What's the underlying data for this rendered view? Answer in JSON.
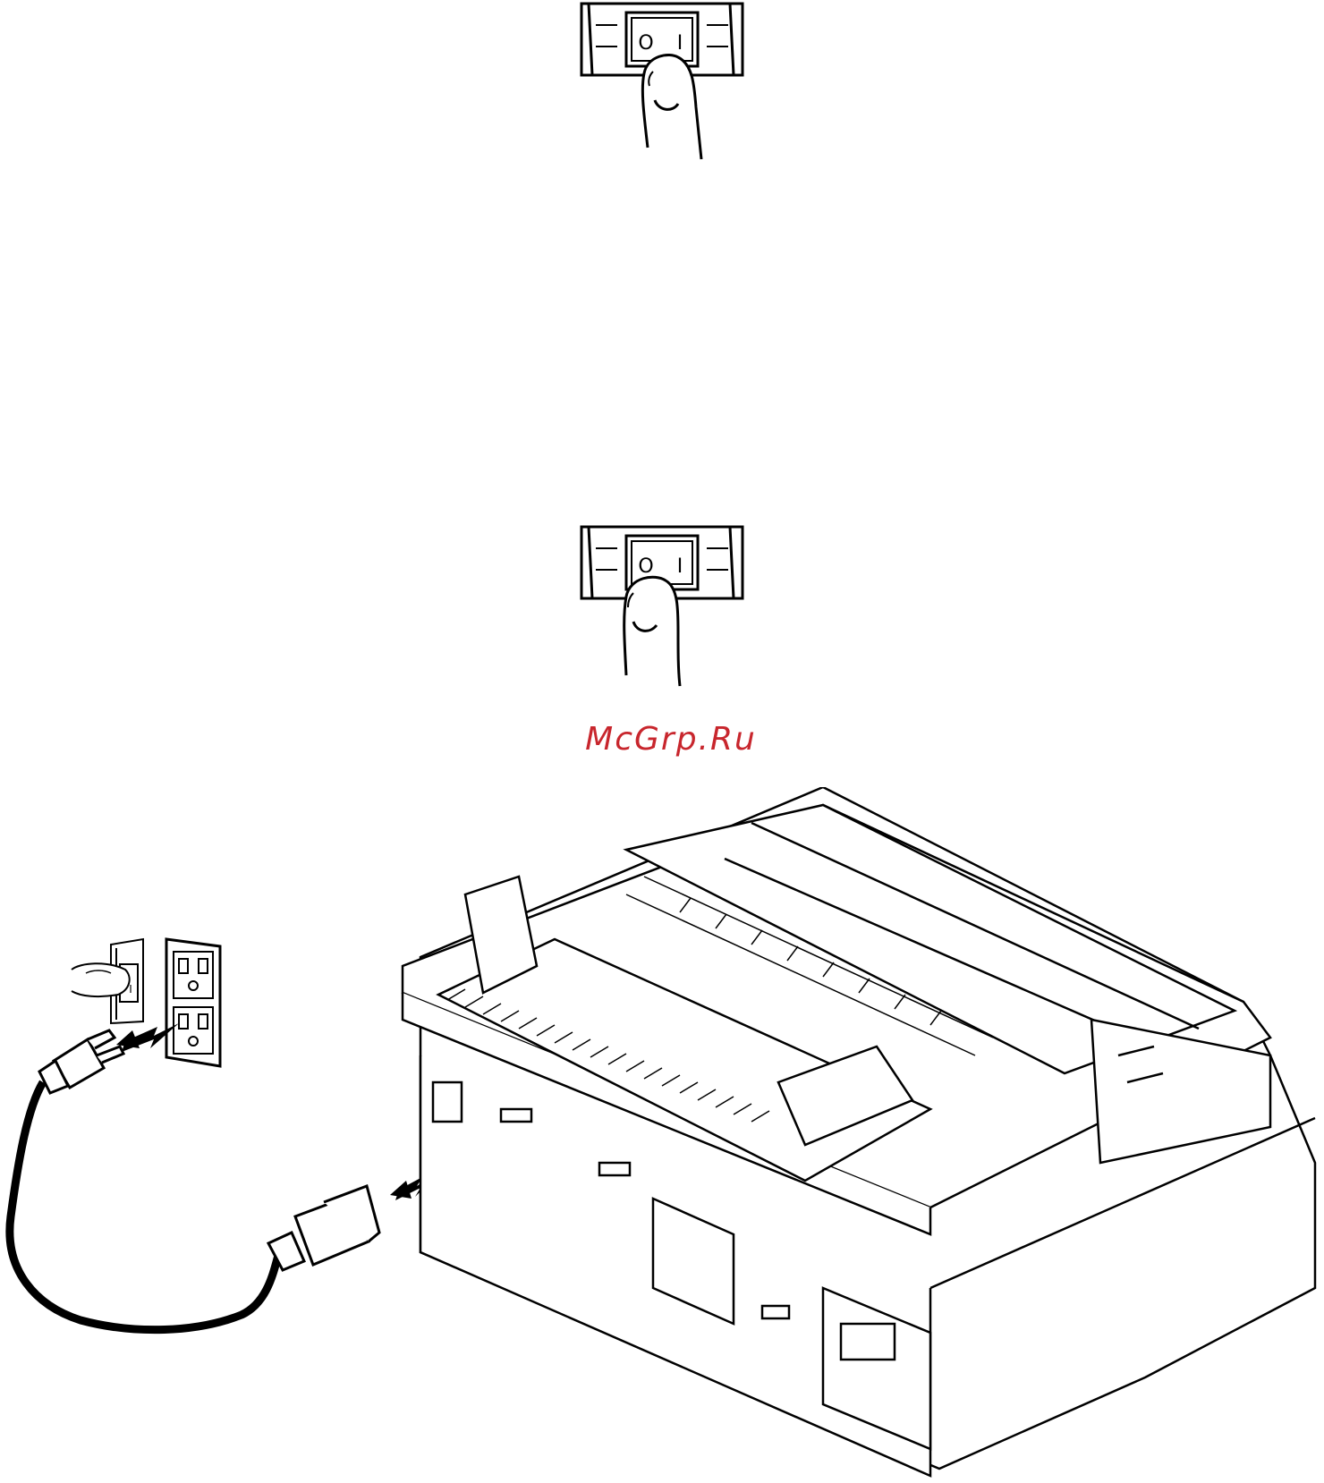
{
  "watermark": {
    "text": "McGrp.Ru",
    "color": "#c8262d"
  },
  "switch_top": {
    "off_symbol": "O",
    "on_symbol": "I"
  },
  "switch_mid": {
    "off_symbol": "O",
    "on_symbol": "I"
  },
  "switch_small": {
    "on_symbol": "I"
  },
  "icons": [
    "power-switch-icon",
    "finger-icon",
    "wall-outlet-icon",
    "power-plug-icon",
    "arrow-icon",
    "printer-icon"
  ]
}
